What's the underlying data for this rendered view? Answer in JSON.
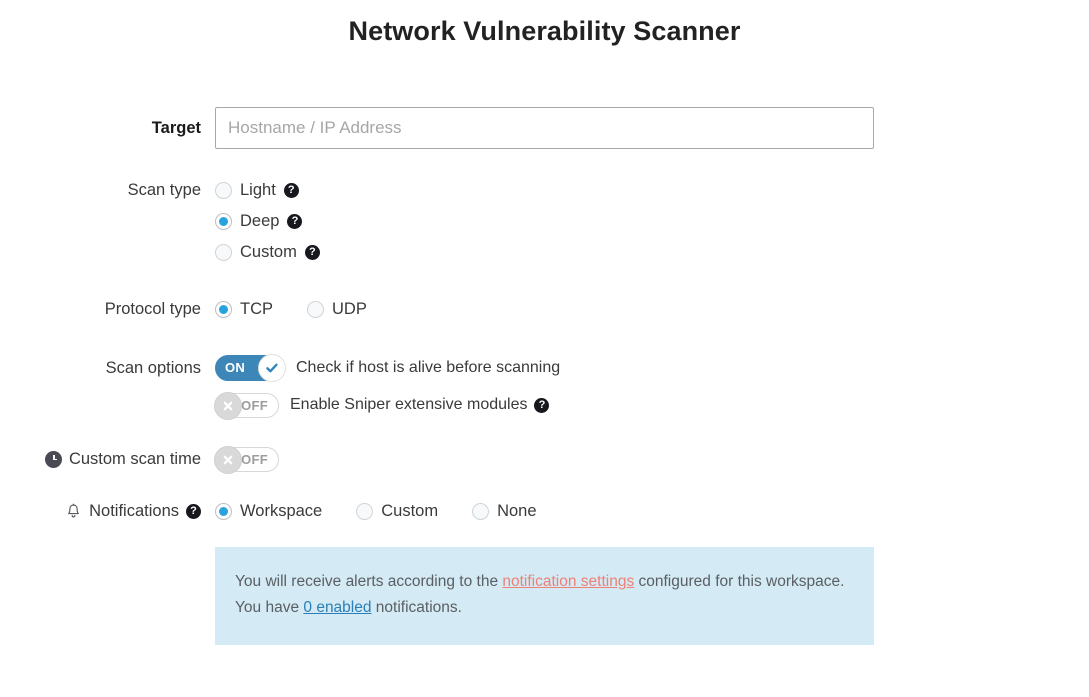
{
  "page": {
    "title": "Network Vulnerability Scanner"
  },
  "target": {
    "label": "Target",
    "placeholder": "Hostname / IP Address",
    "value": ""
  },
  "scan_type": {
    "label": "Scan type",
    "selected": "Deep",
    "options": [
      {
        "label": "Light",
        "checked": false,
        "help": "?"
      },
      {
        "label": "Deep",
        "checked": true,
        "help": "?"
      },
      {
        "label": "Custom",
        "checked": false,
        "help": "?"
      }
    ]
  },
  "protocol_type": {
    "label": "Protocol type",
    "selected": "TCP",
    "options": [
      {
        "label": "TCP",
        "checked": true
      },
      {
        "label": "UDP",
        "checked": false
      }
    ]
  },
  "scan_options": {
    "label": "Scan options",
    "items": [
      {
        "toggle_state": "ON",
        "on": true,
        "description": "Check if host is alive before scanning",
        "has_help": false,
        "help": ""
      },
      {
        "toggle_state": "OFF",
        "on": false,
        "description": "Enable Sniper extensive modules",
        "has_help": true,
        "help": "?"
      }
    ]
  },
  "custom_scan_time": {
    "label": "Custom scan time",
    "icon": "clock-icon",
    "toggle_state": "OFF",
    "on": false
  },
  "notifications": {
    "label": "Notifications",
    "icon": "bell-icon",
    "help": "?",
    "selected": "Workspace",
    "options": [
      {
        "label": "Workspace",
        "checked": true
      },
      {
        "label": "Custom",
        "checked": false
      },
      {
        "label": "None",
        "checked": false
      }
    ],
    "info_box": {
      "line1_part1": "You will receive alerts according to the ",
      "line1_link": "notification settings",
      "line1_part2": " configured for this workspace.",
      "line2_part1": "You have ",
      "line2_link": "0 enabled",
      "line2_part2": " notifications."
    }
  },
  "colors": {
    "accent_blue": "#29a3dd",
    "toggle_on_blue": "#3d87b8",
    "info_bg": "#d4eaf4",
    "link_salmon": "#ef8077",
    "link_blue": "#2a7fb8",
    "help_icon_bg": "#16181d"
  }
}
